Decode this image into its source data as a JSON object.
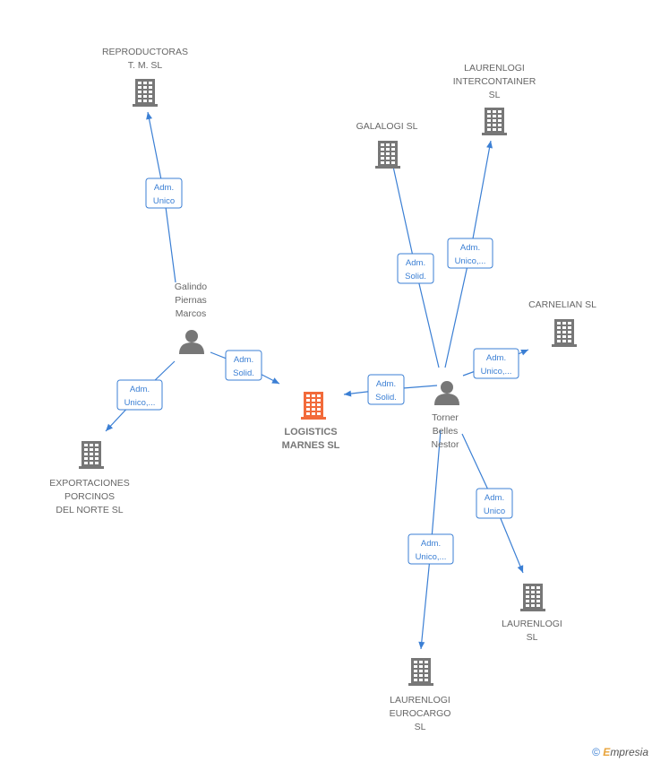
{
  "nodes": [
    {
      "id": "reproductoras",
      "type": "company",
      "lines": [
        "REPRODUCTORAS",
        "T. M.  SL"
      ]
    },
    {
      "id": "laurenlogi_intercontainer",
      "type": "company",
      "lines": [
        "LAURENLOGI",
        "INTERCONTAINER",
        "SL"
      ]
    },
    {
      "id": "galalogi",
      "type": "company",
      "lines": [
        "GALALOGI SL"
      ]
    },
    {
      "id": "carnelian",
      "type": "company",
      "lines": [
        "CARNELIAN SL"
      ]
    },
    {
      "id": "galindo",
      "type": "person",
      "lines": [
        "Galindo",
        "Piernas",
        "Marcos"
      ]
    },
    {
      "id": "logistics",
      "type": "company",
      "main": true,
      "lines": [
        "LOGISTICS",
        "MARNES  SL"
      ]
    },
    {
      "id": "torner",
      "type": "person",
      "lines": [
        "Torner",
        "Belles",
        "Nestor"
      ]
    },
    {
      "id": "exportaciones",
      "type": "company",
      "lines": [
        "EXPORTACIONES",
        "PORCINOS",
        "DEL NORTE  SL"
      ]
    },
    {
      "id": "laurenlogi",
      "type": "company",
      "lines": [
        "LAURENLOGI",
        "SL"
      ]
    },
    {
      "id": "laurenlogi_eurocargo",
      "type": "company",
      "lines": [
        "LAURENLOGI",
        "EUROCARGO",
        "SL"
      ]
    }
  ],
  "edges": [
    {
      "from": "galindo",
      "to": "reproductoras",
      "label": [
        "Adm.",
        "Unico"
      ]
    },
    {
      "from": "galindo",
      "to": "logistics",
      "label": [
        "Adm.",
        "Solid."
      ]
    },
    {
      "from": "galindo",
      "to": "exportaciones",
      "label": [
        "Adm.",
        "Unico,..."
      ]
    },
    {
      "from": "torner",
      "to": "logistics",
      "label": [
        "Adm.",
        "Solid."
      ]
    },
    {
      "from": "torner",
      "to": "galalogi",
      "label": [
        "Adm.",
        "Solid."
      ]
    },
    {
      "from": "torner",
      "to": "laurenlogi_intercontainer",
      "label": [
        "Adm.",
        "Unico,..."
      ]
    },
    {
      "from": "torner",
      "to": "carnelian",
      "label": [
        "Adm.",
        "Unico,..."
      ]
    },
    {
      "from": "torner",
      "to": "laurenlogi",
      "label": [
        "Adm.",
        "Unico"
      ]
    },
    {
      "from": "torner",
      "to": "laurenlogi_eurocargo",
      "label": [
        "Adm.",
        "Unico,..."
      ]
    }
  ],
  "footer": {
    "copyright": "©",
    "brand_initial": "E",
    "brand_rest": "mpresia"
  },
  "colors": {
    "edge": "#3b7fd4",
    "icon": "#777777",
    "main_icon": "#f26a3a"
  }
}
